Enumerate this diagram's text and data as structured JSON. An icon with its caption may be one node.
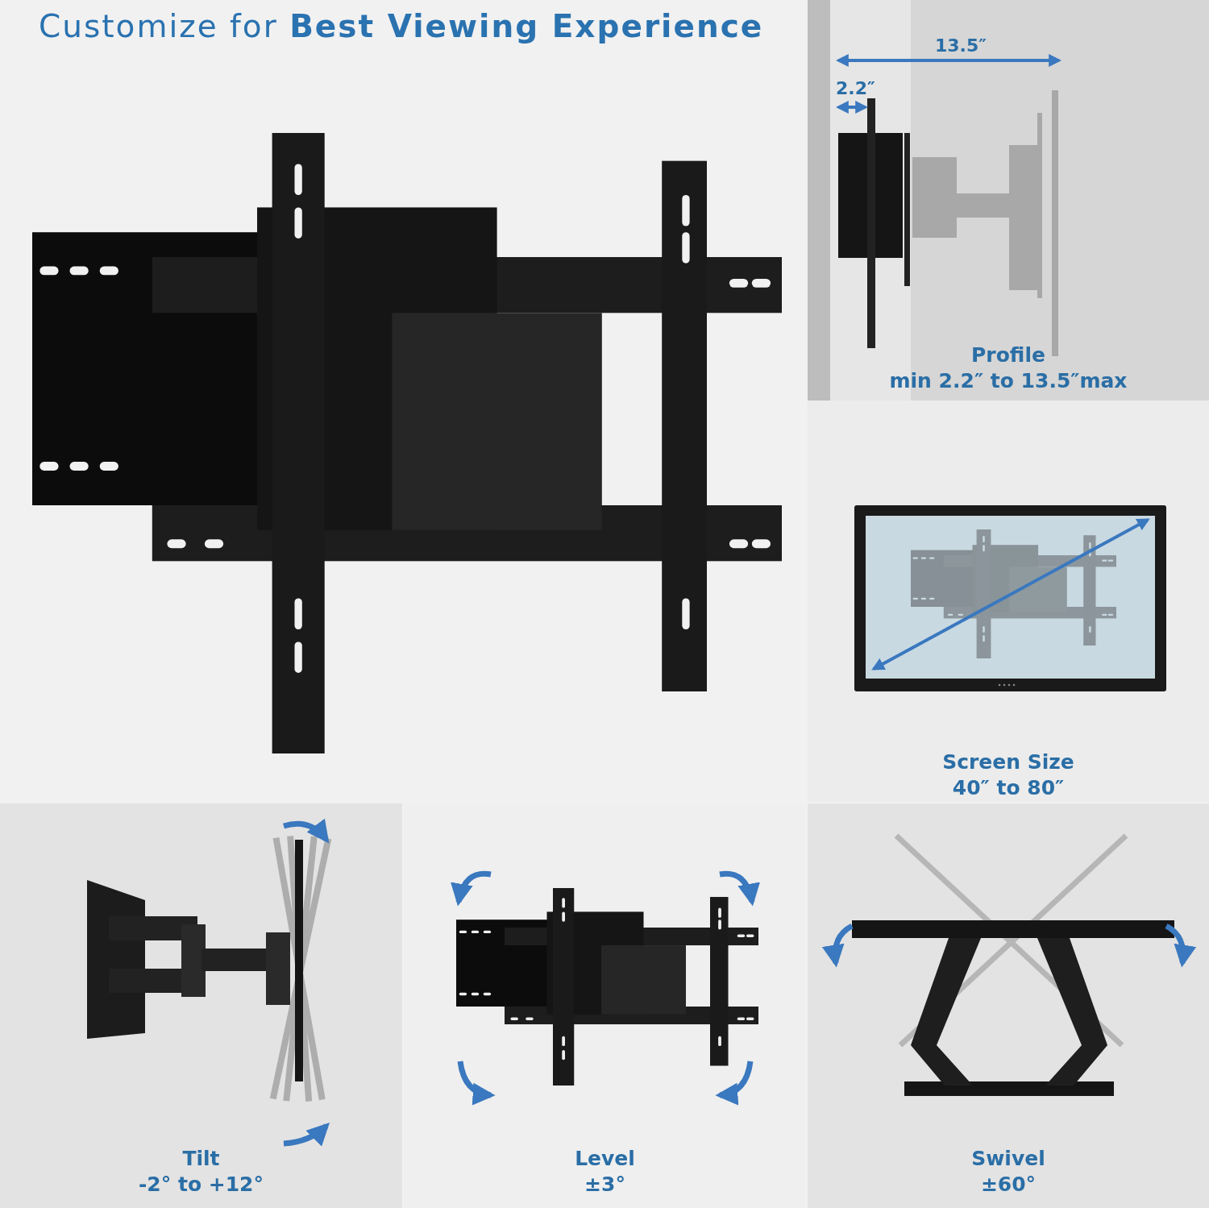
{
  "diagram": {
    "title": "Customize for **Best Viewing Experience**",
    "nodes": [
      {
        "text": [
          "Profile",
          "min 2.2″ to 13.5″max"
        ]
      },
      {
        "text": [
          "Screen Size",
          "40″ to 80″"
        ]
      },
      {
        "text": [
          "Tilt",
          "-2° to +12°"
        ]
      },
      {
        "text": [
          "Level",
          "±3°"
        ]
      },
      {
        "text": [
          "Swivel",
          "±60°"
        ]
      }
    ],
    "labels": [
      "13.5″",
      "2.2″"
    ]
  }
}
